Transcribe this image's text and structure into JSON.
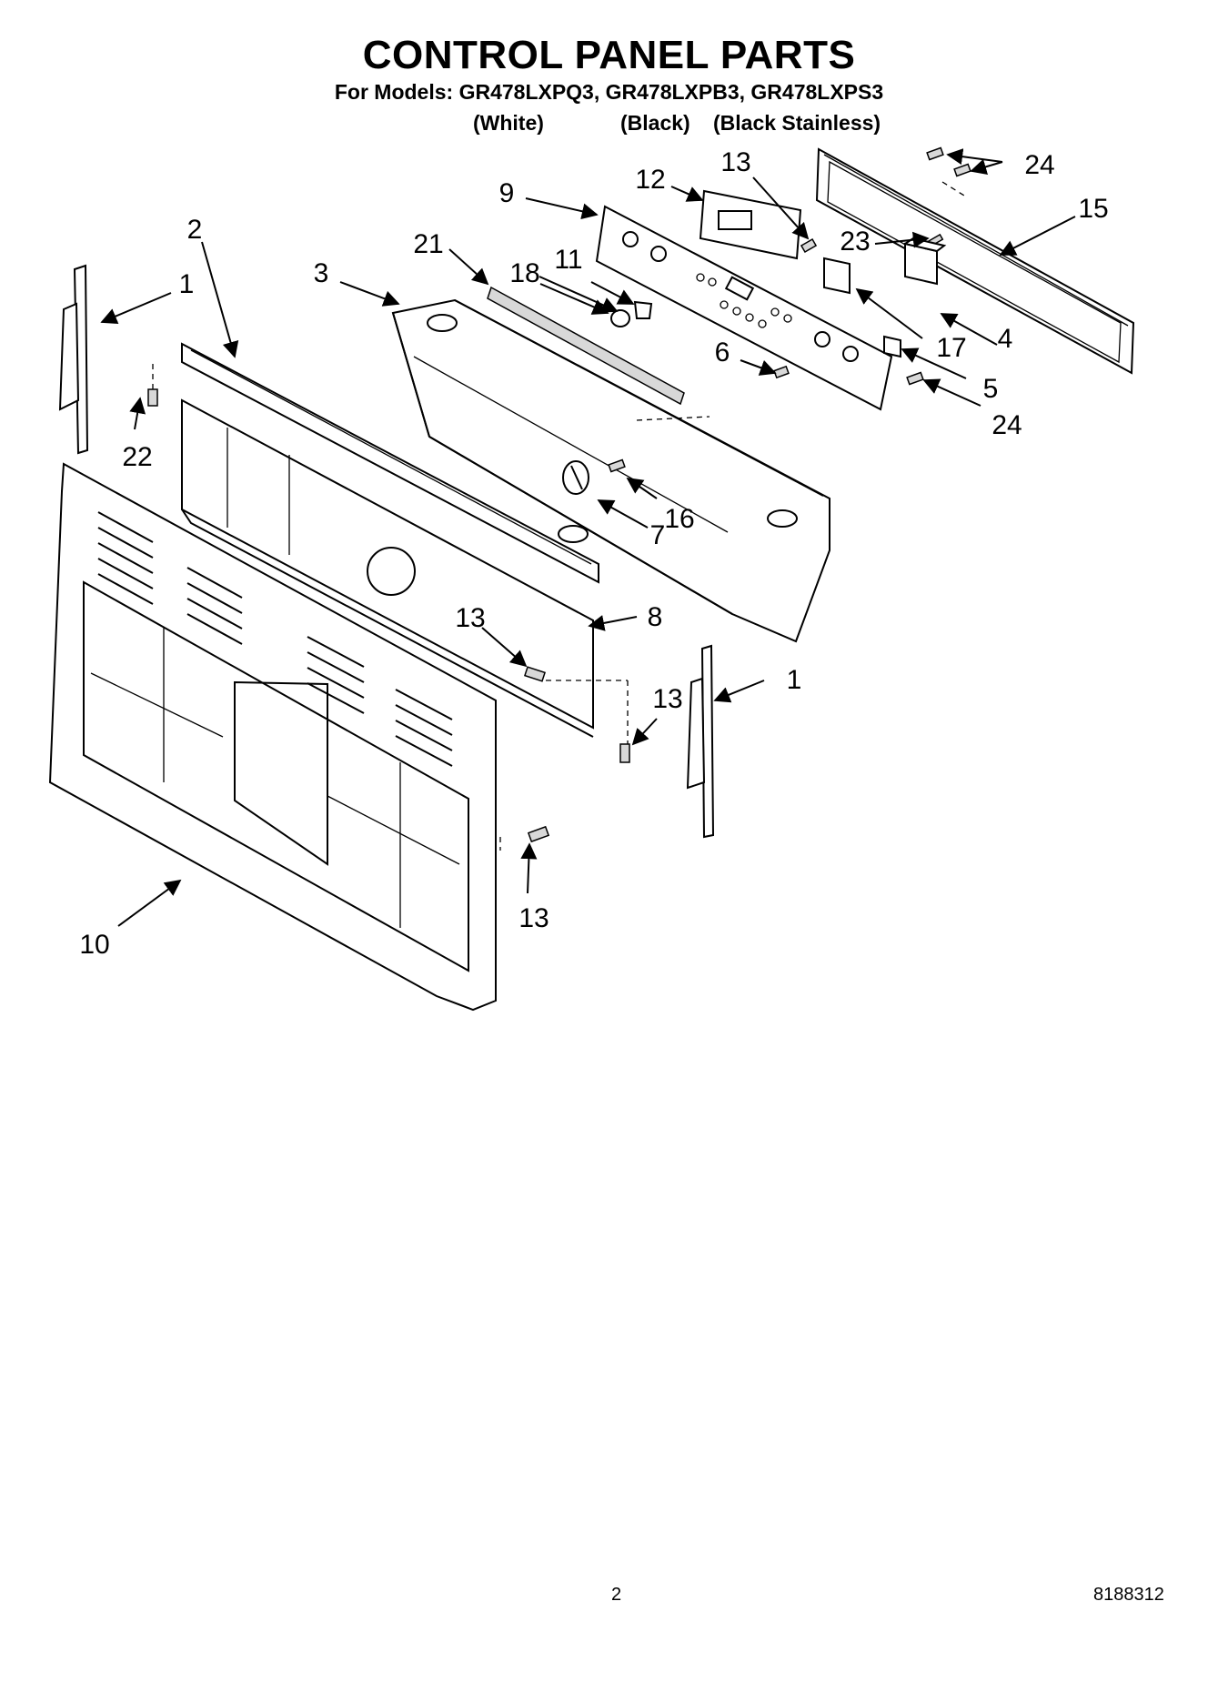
{
  "header": {
    "title": "CONTROL PANEL PARTS",
    "models_line": "For Models: GR478LXPQ3, GR478LXPB3, GR478LXPS3",
    "variants": [
      "(White)",
      "(Black)",
      "(Black Stainless)"
    ]
  },
  "callouts": [
    {
      "id": "c1a",
      "label": "1"
    },
    {
      "id": "c1b",
      "label": "1"
    },
    {
      "id": "c2",
      "label": "2"
    },
    {
      "id": "c3",
      "label": "3"
    },
    {
      "id": "c4",
      "label": "4"
    },
    {
      "id": "c5",
      "label": "5"
    },
    {
      "id": "c6",
      "label": "6"
    },
    {
      "id": "c7",
      "label": "7"
    },
    {
      "id": "c8",
      "label": "8"
    },
    {
      "id": "c9",
      "label": "9"
    },
    {
      "id": "c10",
      "label": "10"
    },
    {
      "id": "c11",
      "label": "11"
    },
    {
      "id": "c12",
      "label": "12"
    },
    {
      "id": "c13a",
      "label": "13"
    },
    {
      "id": "c13b",
      "label": "13"
    },
    {
      "id": "c13c",
      "label": "13"
    },
    {
      "id": "c13d",
      "label": "13"
    },
    {
      "id": "c15",
      "label": "15"
    },
    {
      "id": "c16",
      "label": "16"
    },
    {
      "id": "c17",
      "label": "17"
    },
    {
      "id": "c18",
      "label": "18"
    },
    {
      "id": "c21",
      "label": "21"
    },
    {
      "id": "c22",
      "label": "22"
    },
    {
      "id": "c23",
      "label": "23"
    },
    {
      "id": "c24a",
      "label": "24"
    },
    {
      "id": "c24b",
      "label": "24"
    }
  ],
  "footer": {
    "page_number": "2",
    "document_number": "8188312"
  }
}
